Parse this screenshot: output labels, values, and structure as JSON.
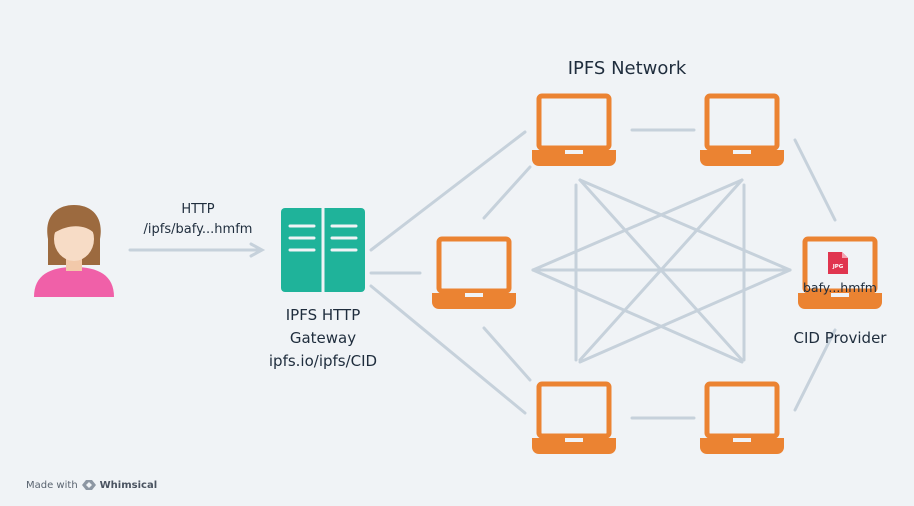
{
  "diagram": {
    "title": "IPFS Network",
    "request": {
      "protocol": "HTTP",
      "path": "/ipfs/bafy...hmfm"
    },
    "gateway": {
      "line1": "IPFS HTTP",
      "line2": "Gateway",
      "line3": "ipfs.io/ipfs/CID"
    },
    "provider": {
      "label": "CID Provider",
      "file_badge": "JPG",
      "file_cid": "bafy...hmfm"
    }
  },
  "footer": {
    "made_with": "Made with",
    "brand": "Whimsical"
  },
  "colors": {
    "background": "#f0f3f6",
    "connector": "#c6d1db",
    "laptop": "#eb8332",
    "server": "#1fb39a",
    "user_shirt": "#f060a8",
    "file_icon": "#e0354f",
    "text": "#1f2d3d"
  },
  "icons": {
    "user": "user-avatar-icon",
    "gateway": "server-icon",
    "peer": "laptop-icon",
    "file": "jpg-file-icon",
    "brand": "whimsical-logo-icon"
  }
}
